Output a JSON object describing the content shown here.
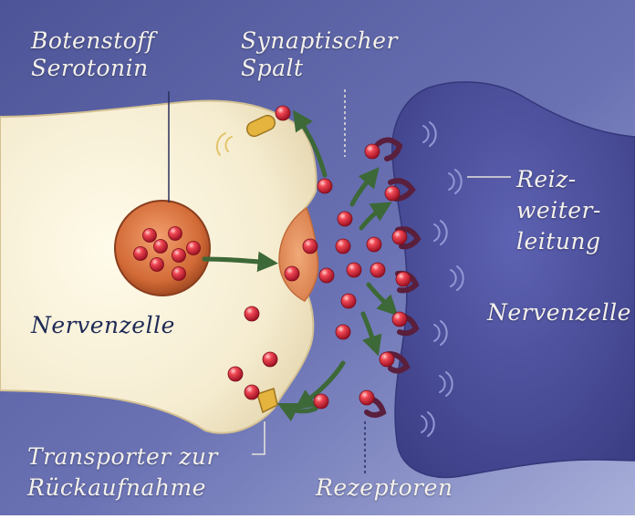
{
  "labels": {
    "botenstoff_line1": "Botenstoff",
    "botenstoff_line2": "Serotonin",
    "spalt_line1": "Synaptischer",
    "spalt_line2": "Spalt",
    "reiz_line1": "Reiz-",
    "reiz_line2": "weiter-",
    "reiz_line3": "leitung",
    "nerve_left": "Nervenzelle",
    "nerve_right": "Nervenzelle",
    "transporter_line1": "Transporter zur",
    "transporter_line2": "Rückaufnahme",
    "rezeptoren": "Rezeptoren"
  },
  "colors": {
    "background": "#5a62a8",
    "presynaptic": "#f6efd6",
    "postsynaptic": "#4c4f9c",
    "vesicle": "#c8602f",
    "molecule": "#d8283a",
    "receptor": "#5a1f3c",
    "arrow": "#3f6a3a",
    "transporter": "#e3b23c"
  }
}
